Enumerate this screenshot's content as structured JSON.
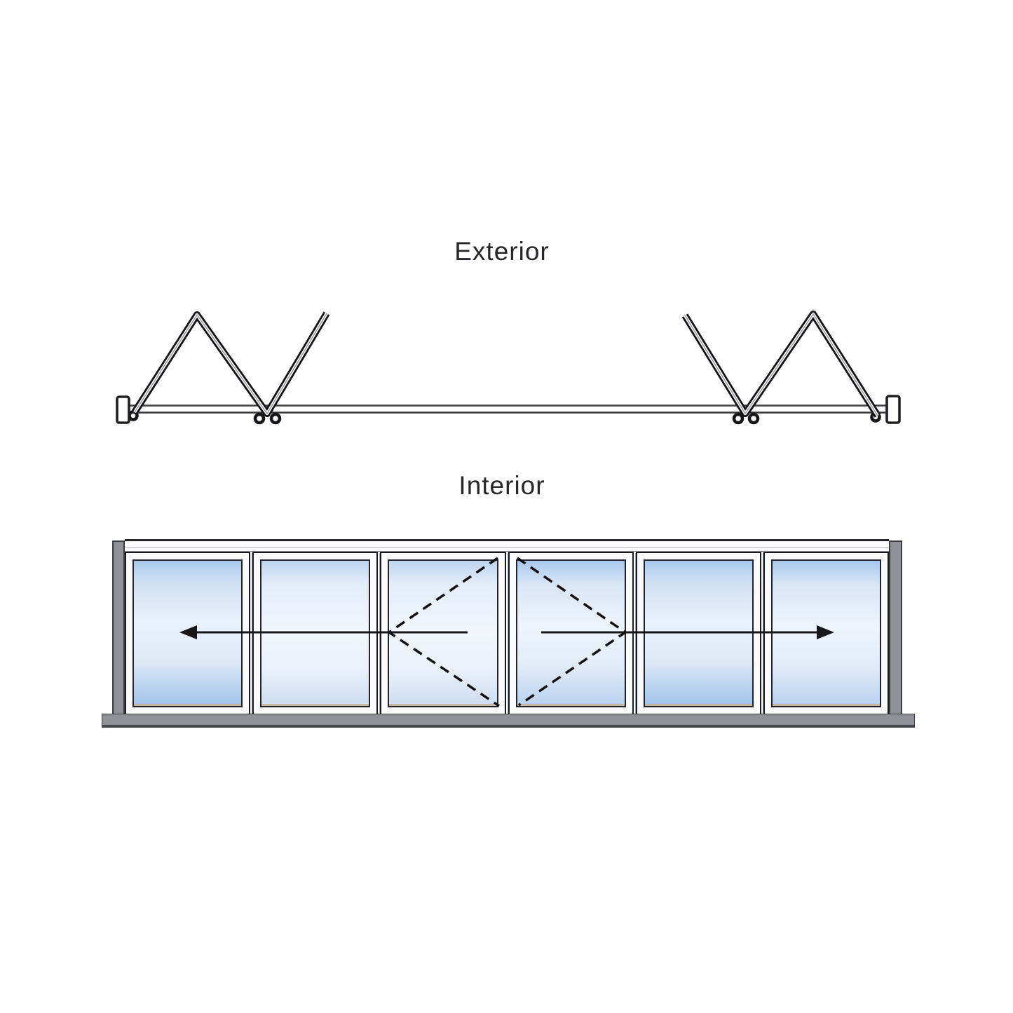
{
  "labels": {
    "exterior": "Exterior",
    "interior": "Interior"
  },
  "plan_view": {
    "description_name": "bifold-doors-folded-open-plan-view",
    "left_folded_panels": 3,
    "right_folded_panels": 3,
    "jamb_blocks": 2
  },
  "elevation_view": {
    "panel_count": 6,
    "dashed_swing_indicator_panels": [
      3,
      4
    ],
    "arrows": [
      {
        "direction": "left"
      },
      {
        "direction": "right"
      }
    ]
  },
  "colors": {
    "bg": "#ffffff",
    "line": "#1b1b1f",
    "gray": "#8f9196",
    "gray_dark": "#46474b",
    "glass_top": "#a9c9ee",
    "glass_light": "#f2f6fc"
  }
}
